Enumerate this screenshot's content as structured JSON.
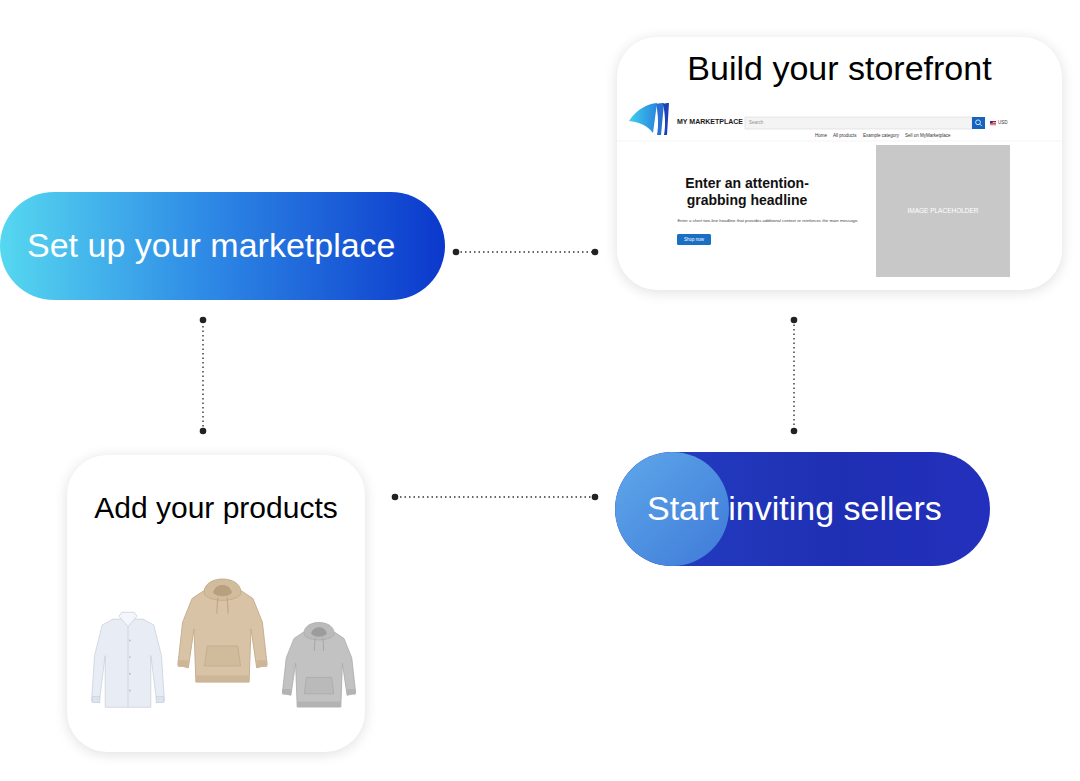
{
  "diagram": {
    "nodes": [
      {
        "text": [
          "Set up your marketplace"
        ]
      },
      {
        "text": [
          "Build your storefront"
        ]
      },
      {
        "text": [
          "Start inviting sellers"
        ]
      },
      {
        "text": [
          "Add your products"
        ]
      }
    ],
    "edges": [
      {
        "from": 0,
        "to": 1,
        "arrow": "none"
      },
      {
        "from": 1,
        "to": 2,
        "arrow": "none"
      },
      {
        "from": 2,
        "to": 3,
        "arrow": "none"
      },
      {
        "from": 3,
        "to": 0,
        "arrow": "none"
      }
    ],
    "labels": [
      "MY MARKETPLACE",
      "Search",
      "USD",
      "Home",
      "All products",
      "Example category",
      "Sell on MyMarketplace",
      "Enter an attention-grabbing headline",
      "Enter a short two-line headline that provides additional context or reinforces the main message.",
      "Shop now",
      "IMAGE PLACEHOLDER"
    ]
  }
}
